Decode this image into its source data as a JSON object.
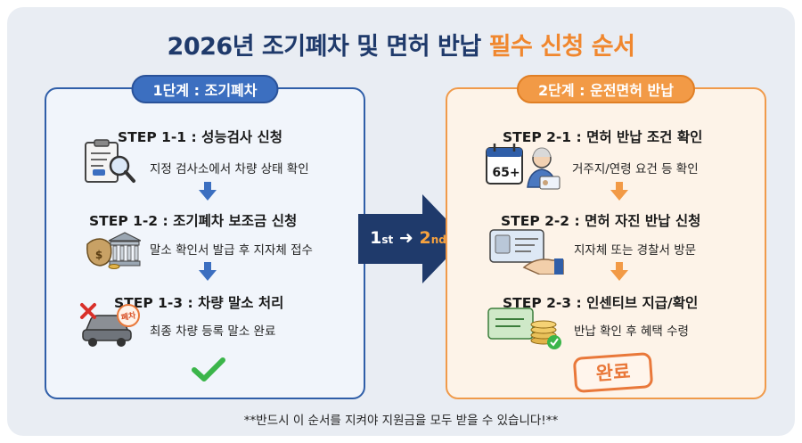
{
  "title": {
    "main": "2026년 조기폐차 및 면허 반납",
    "highlight": "필수 신청 순서"
  },
  "left_panel": {
    "label": "1단계 : 조기폐차",
    "steps": [
      {
        "title": "STEP 1-1 : 성능검사 신청",
        "desc": "지정 검사소에서 차량 상태 확인",
        "icon": "inspection-clipboard-icon"
      },
      {
        "title": "STEP 1-2 : 조기폐차 보조금 신청",
        "desc": "말소 확인서 발급 후 지자체 접수",
        "icon": "money-bag-bank-icon"
      },
      {
        "title": "STEP 1-3 : 차량 말소 처리",
        "desc": "최종 차량 등록 말소 완료",
        "icon": "scrapped-car-icon",
        "tag": "폐차"
      }
    ],
    "done_icon": "check-icon"
  },
  "transition": {
    "first": "1",
    "first_sup": "st",
    "second": "2",
    "second_sup": "nd"
  },
  "right_panel": {
    "label": "2단계 : 운전면허 반납",
    "steps": [
      {
        "title": "STEP 2-1 : 면허 반납 조건 확인",
        "desc": "거주지/연령 요건 등 확인",
        "icon": "senior-calendar-icon",
        "age_tag": "65+"
      },
      {
        "title": "STEP 2-2 : 면허 자진 반납 신청",
        "desc": "지자체 또는 경찰서 방문",
        "icon": "license-handover-icon"
      },
      {
        "title": "STEP 2-3 : 인센티브 지급/확인",
        "desc": "반납 확인 후 혜택 수령",
        "icon": "transit-card-coins-icon"
      }
    ],
    "done_stamp": "완료"
  },
  "footnote": "**반드시 이 순서를 지켜야 지원금을 모두 받을 수 있습니다!**",
  "colors": {
    "navy": "#1f3a6b",
    "blue": "#3c6fc0",
    "orange": "#f29a46",
    "green": "#3bb54a"
  }
}
